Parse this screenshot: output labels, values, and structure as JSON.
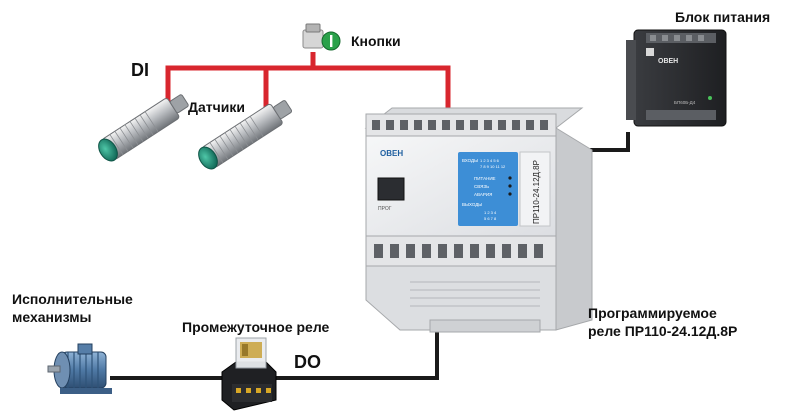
{
  "labels": {
    "di": "DI",
    "do": "DO",
    "buttons": "Кнопки",
    "sensors": "Датчики",
    "power_supply": "Блок питания",
    "actuators": [
      "Исполнительные",
      "механизмы"
    ],
    "intermediate_relay": "Промежуточное реле",
    "plc_caption": [
      "Программируемое",
      "реле ПР110-24.12Д.8Р"
    ]
  },
  "device_text": {
    "brand": "ОВЕН",
    "model_vertical": "ПР110-24.12Д.8Р",
    "prog": "ПРОГ",
    "inputs_header": "ВХОДЫ",
    "status_power": "ПИТАНИЕ",
    "status_link": "СВЯЗЬ",
    "status_alarm": "АВАРИЯ",
    "outputs_header": "ВЫХОДЫ",
    "input_numbers_1": "1 2 3 4 5 6",
    "input_numbers_2": "7 8 9 10 11 12",
    "output_numbers_1": "1 2 3 4",
    "output_numbers_2": "5 6 7 8",
    "psu_brand": "ОВЕН",
    "psu_model": "БП60Б-Д4"
  },
  "colors": {
    "input_wire": "#d8262e",
    "output_wire": "#1a1a1a",
    "plc_body": "#ecedef",
    "plc_panel": "#3d8ed6",
    "psu_body": "#2c2e31",
    "sensor_cap": "#1f8e7a",
    "button_cap": "#2aa14a"
  },
  "icons": {
    "sensor": "inductive-proximity-sensor-icon",
    "button": "pushbutton-icon",
    "motor": "electric-motor-icon",
    "relay": "relay-icon",
    "psu": "power-supply-icon",
    "plc": "plc-icon"
  }
}
